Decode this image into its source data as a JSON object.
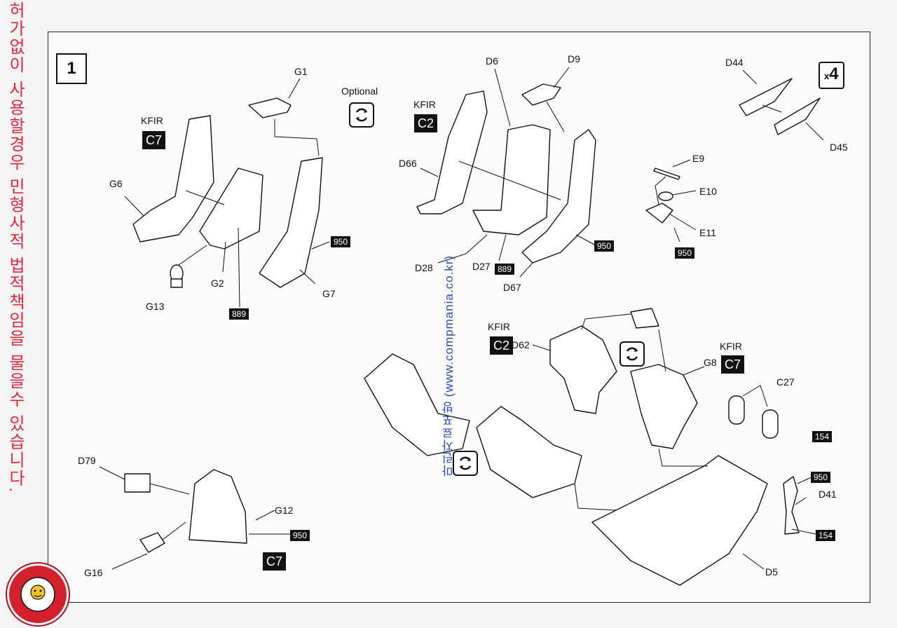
{
  "step": "1",
  "watermark": {
    "side_text": "허가없이 사용할경우 민형사적 법적책임을 물을수 있습니다.",
    "center_text": "마린자료포방 (www.compmania.co.kr)"
  },
  "labels": {
    "optional": "Optional",
    "kfir": "KFIR",
    "count": "4"
  },
  "parts": {
    "g1": "G1",
    "g6": "G6",
    "g2": "G2",
    "g7": "G7",
    "g13": "G13",
    "d6": "D6",
    "d9": "D9",
    "d66": "D66",
    "d28": "D28",
    "d27": "D27",
    "d67": "D67",
    "d44": "D44",
    "d45": "D45",
    "e9": "E9",
    "e10": "E10",
    "e11": "E11",
    "d62": "D62",
    "g8": "G8",
    "c27": "C27",
    "d79": "D79",
    "g12": "G12",
    "g16": "G16",
    "d41": "D41",
    "d5": "D5"
  },
  "paint_codes": {
    "c7": "C7",
    "c2": "C2",
    "n950": "950",
    "n889": "889",
    "n154": "154"
  },
  "colors": {
    "ink": "#111111",
    "watermark_blue": "#2a4bb8",
    "watermark_red": "#e0283b",
    "badge_red": "#d4202c"
  }
}
